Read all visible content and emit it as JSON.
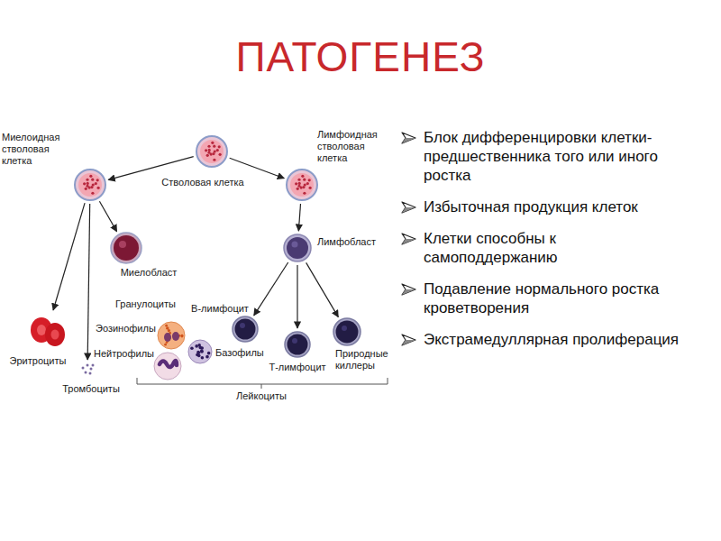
{
  "diagram": {
    "title": "ПАТОГЕНЕЗ",
    "nodes": [
      {
        "text": [
          "Стволовая клетка"
        ]
      },
      {
        "text": [
          "Миелоидная стволовая клетка"
        ]
      },
      {
        "text": [
          "Лимфоидная стволовая клетка"
        ]
      },
      {
        "text": [
          "Миелобласт"
        ]
      },
      {
        "text": [
          "Лимфобласт"
        ]
      },
      {
        "text": [
          "Эритроциты"
        ]
      },
      {
        "text": [
          "Тромбоциты"
        ]
      },
      {
        "text": [
          "Эозинофилы"
        ]
      },
      {
        "text": [
          "Нейтрофилы"
        ]
      },
      {
        "text": [
          "Базофилы"
        ]
      },
      {
        "text": [
          "В-лимфоцит"
        ]
      },
      {
        "text": [
          "Т-лимфоцит"
        ]
      },
      {
        "text": [
          "Природные киллеры"
        ]
      }
    ],
    "edges": [
      {
        "from": 0,
        "to": 1,
        "arrow": "to"
      },
      {
        "from": 0,
        "to": 2,
        "arrow": "to"
      },
      {
        "from": 1,
        "to": 3,
        "arrow": "to"
      },
      {
        "from": 1,
        "to": 5,
        "arrow": "to"
      },
      {
        "from": 1,
        "to": 6,
        "arrow": "to"
      },
      {
        "from": 2,
        "to": 4,
        "arrow": "to"
      },
      {
        "from": 4,
        "to": 10,
        "arrow": "to"
      },
      {
        "from": 4,
        "to": 11,
        "arrow": "to"
      },
      {
        "from": 4,
        "to": 12,
        "arrow": "to"
      }
    ],
    "labels": [
      "Гранулоциты",
      "Лейкоциты",
      "Блок дифференцировки клетки-предшественника того или иного ростка",
      "Избыточная продукция клеток",
      "Клетки способны к самоподдержанию",
      "Подавление нормального ростка кроветворения",
      "Экстрамедуллярная пролиферация"
    ]
  }
}
